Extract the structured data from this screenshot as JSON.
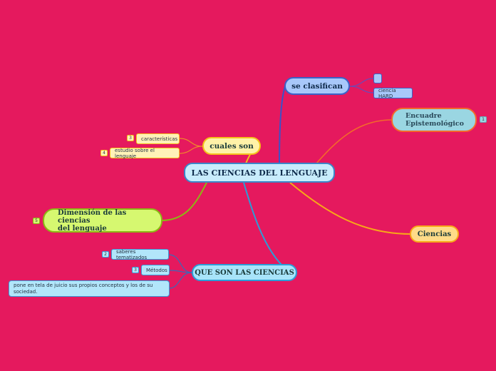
{
  "map": {
    "central": {
      "label": "LAS CIENCIAS DEL LENGUAJE"
    },
    "topics": [
      {
        "id": "se-clasifican",
        "label": "se clasifican",
        "color": "#a8c8fa",
        "children": [
          {
            "label": ""
          },
          {
            "label": "ciencia HARD"
          }
        ]
      },
      {
        "id": "encuadre",
        "label": "Encuadre Epistemológico",
        "line1": "Encuadre",
        "line2": "Epistemológico",
        "badge": "1",
        "color": "#9ad6e2"
      },
      {
        "id": "cuales-son",
        "label": "cuales son",
        "color": "#fff2a8",
        "children": [
          {
            "label": "características",
            "badge": "3"
          },
          {
            "label": "estudio sobre el lenguaje",
            "badge": "4"
          }
        ]
      },
      {
        "id": "dimension",
        "label": "Dimensión de las ciencias del lenguaje",
        "line1": "Dimensión de las ciencias",
        "line2": "del lenguaje",
        "badge": "5",
        "color": "#d6f870"
      },
      {
        "id": "ciencias",
        "label": "Ciencias",
        "color": "#ffdb88"
      },
      {
        "id": "que-son",
        "label": "QUE SON LAS CIENCIAS",
        "color": "#a8e4fa",
        "children": [
          {
            "label": "saberes tematizados",
            "badge": "2"
          },
          {
            "label": "Métodos",
            "badge": "3"
          },
          {
            "label": "pone en tela de juicio sus propios conceptos y los de su sociedad."
          }
        ]
      }
    ]
  },
  "colors": {
    "background": "#e5195e",
    "link_se_clasifican": "#3b52c8",
    "link_encuadre": "#f46a2a",
    "link_cuales": "#f4c21a",
    "link_dimension": "#8cb814",
    "link_ciencias": "#f8a818",
    "link_que_son": "#2a9ed8"
  }
}
